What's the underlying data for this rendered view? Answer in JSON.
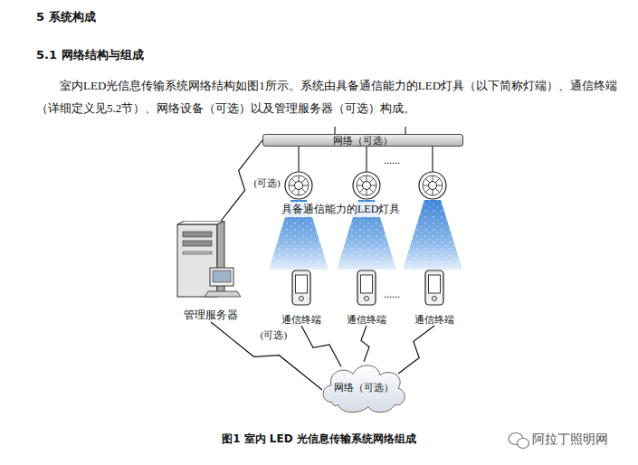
{
  "diagram": {
    "title": "5 系统构成",
    "caption": "图1 室内 LED 光信息传输系统网络组成",
    "nodes": [
      {
        "text": [
          "网络（可选）"
        ]
      },
      {
        "text": [
          "管理服务器"
        ]
      },
      {
        "text": [
          "通信终端"
        ]
      },
      {
        "text": [
          "通信终端"
        ]
      },
      {
        "text": [
          "通信终端"
        ]
      },
      {
        "text": [
          "网络（可选）"
        ]
      }
    ],
    "edges": [
      {
        "from": 1,
        "to": 0,
        "arrow": "none",
        "label": "(可选)"
      },
      {
        "from": 1,
        "to": 5,
        "arrow": "none",
        "label": "(可选)"
      },
      {
        "from": 2,
        "to": 5,
        "arrow": "none"
      },
      {
        "from": 3,
        "to": 5,
        "arrow": "none"
      },
      {
        "from": 4,
        "to": 5,
        "arrow": "none"
      }
    ],
    "labels": [
      "5.1 网络结构与组成",
      "室内LED光信息传输系统网络结构如图1所示。系统由具备通信能力的LED灯具（以下简称灯端）、通信终端（详细定义见5.2节）、网络设备（可选）以及管理服务器（可选）构成。",
      "......",
      "具备通信能力的LED灯具",
      "......",
      "阿拉丁照明网"
    ]
  }
}
